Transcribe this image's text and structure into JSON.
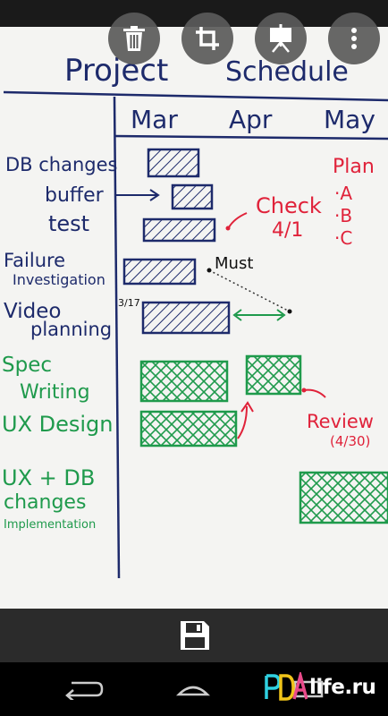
{
  "colors": {
    "ink_blue": "#1d2a6b",
    "ink_red": "#e0223a",
    "ink_green": "#1f9a4c",
    "toolbar_button_bg": "#5a5a5a",
    "bottom_bar_bg": "#2b2b2b"
  },
  "toolbar": {
    "icons": [
      "trash-icon",
      "crop-icon",
      "presentation-icon",
      "more-vert-icon"
    ]
  },
  "board": {
    "title_left": "Project",
    "title_right": "Schedule",
    "months": [
      "Mar",
      "Apr",
      "May"
    ],
    "tasks": {
      "db_changes": "DB changes",
      "buffer": "buffer",
      "test": "test",
      "failure_1": "Failure",
      "failure_2": "Investigation",
      "video_1": "Video",
      "video_2": "planning",
      "spec_1": "Spec",
      "spec_2": "Writing",
      "ux_design": "UX Design",
      "uxdb_1": "UX + DB",
      "uxdb_2": "changes",
      "uxdb_3": "Implementation"
    },
    "notes": {
      "plan": "Plan",
      "plan_a": "·A",
      "plan_b": "·B",
      "plan_c": "·C",
      "check": "Check",
      "check_date": "4/1",
      "must": "Must",
      "date_317": "3/17",
      "review": "Review",
      "review_date": "(4/30)"
    }
  },
  "bottom_bar": {
    "icon": "save-icon"
  },
  "navbar": {
    "icons": [
      "back-icon",
      "home-icon",
      "recents-icon"
    ]
  },
  "watermark": {
    "logo": "PDA",
    "text": "life.ru"
  }
}
